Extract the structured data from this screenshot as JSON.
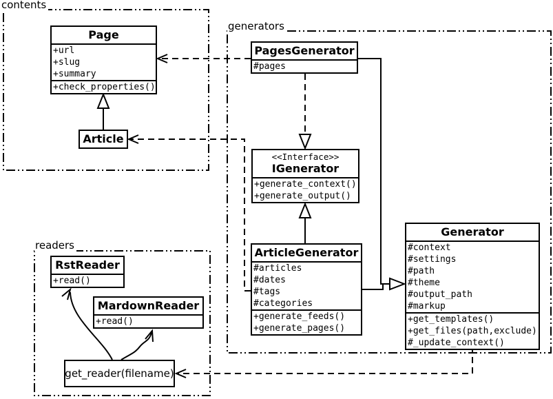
{
  "packages": {
    "contents": {
      "label": "contents",
      "classes": {
        "page": {
          "name": "Page",
          "attributes": [
            "+url",
            "+slug",
            "+summary"
          ],
          "methods": [
            "+check_properties()"
          ]
        },
        "article": {
          "name": "Article"
        }
      }
    },
    "generators": {
      "label": "generators",
      "classes": {
        "pages_generator": {
          "name": "PagesGenerator",
          "attributes": [
            "#pages"
          ]
        },
        "igenerator": {
          "stereotype": "<<Interface>>",
          "name": "IGenerator",
          "methods": [
            "+generate_context()",
            "+generate_output()"
          ]
        },
        "article_generator": {
          "name": "ArticleGenerator",
          "attributes": [
            "#articles",
            "#dates",
            "#tags",
            "#categories"
          ],
          "methods": [
            "+generate_feeds()",
            "+generate_pages()"
          ]
        },
        "generator": {
          "name": "Generator",
          "attributes": [
            "#context",
            "#settings",
            "#path",
            "#theme",
            "#output_path",
            "#markup"
          ],
          "methods": [
            "+get_templates()",
            "+get_files(path,exclude)",
            "#_update_context()"
          ]
        }
      }
    },
    "readers": {
      "label": "readers",
      "classes": {
        "rst_reader": {
          "name": "RstReader",
          "methods": [
            "+read()"
          ]
        },
        "mardown_reader": {
          "name": "MardownReader",
          "methods": [
            "+read()"
          ]
        }
      },
      "function_node": {
        "label": "get_reader(filename)"
      }
    }
  },
  "relationships": [
    {
      "from": "Article",
      "to": "Page",
      "type": "generalization"
    },
    {
      "from": "PagesGenerator",
      "to": "Page",
      "type": "dependency"
    },
    {
      "from": "ArticleGenerator",
      "to": "Article",
      "type": "dependency"
    },
    {
      "from": "PagesGenerator",
      "to": "IGenerator",
      "type": "realization"
    },
    {
      "from": "ArticleGenerator",
      "to": "IGenerator",
      "type": "generalization"
    },
    {
      "from": "PagesGenerator",
      "to": "Generator",
      "type": "generalization"
    },
    {
      "from": "ArticleGenerator",
      "to": "Generator",
      "type": "generalization"
    },
    {
      "from": "Generator",
      "to": "get_reader(filename)",
      "type": "dependency"
    },
    {
      "from": "get_reader(filename)",
      "to": "RstReader",
      "type": "call-arrow"
    },
    {
      "from": "get_reader(filename)",
      "to": "MardownReader",
      "type": "call-arrow"
    }
  ],
  "colors": {
    "stroke": "#000000",
    "background": "#ffffff"
  }
}
